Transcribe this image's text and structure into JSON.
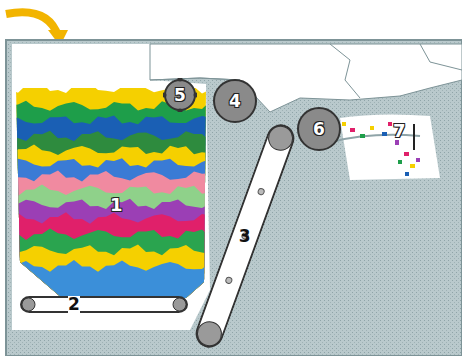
{
  "diagram": {
    "nodes": [
      {
        "text": [
          "5"
        ]
      },
      {
        "text": [
          "4"
        ]
      },
      {
        "text": [
          "6"
        ]
      },
      {
        "text": [
          "3"
        ]
      },
      {
        "text": [
          "2"
        ]
      }
    ],
    "labels": [
      "1",
      "7"
    ]
  }
}
